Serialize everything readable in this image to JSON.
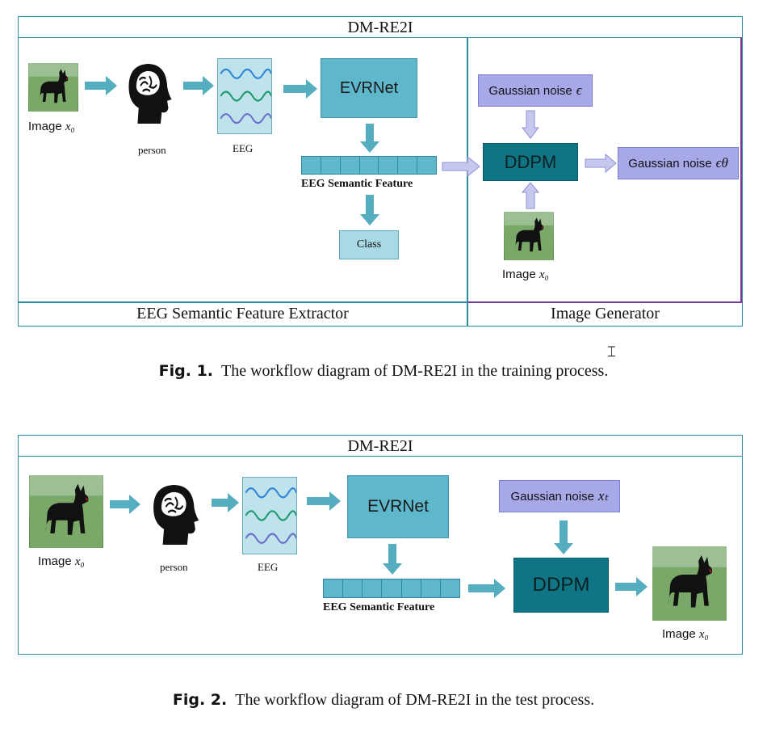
{
  "colors": {
    "frame": "#2a8fa3",
    "generator_frame": "#7a3a9a",
    "evrnet": "#5eb7cb",
    "ddpm": "#0f7584",
    "noise": "#a6a8e8",
    "eeg_bg": "#bfe3ec",
    "arrow_teal": "#55aebf",
    "arrow_lavender": "#c6c8ee"
  },
  "fig1": {
    "title": "DM-RE2I",
    "image_label": "Image",
    "image_var": "x₀",
    "person_label": "person",
    "eeg_label": "EEG",
    "evrnet_label": "EVRNet",
    "feature_label": "EEG Semantic Feature",
    "class_label": "Class",
    "noise_in_label": "Gaussian noise",
    "noise_in_var": "ϵ",
    "ddpm_label": "DDPM",
    "noise_out_label": "Gaussian noise",
    "noise_out_var": "ϵθ",
    "gen_image_label": "Image",
    "gen_image_var": "x₀",
    "extractor_section": "EEG Semantic Feature Extractor",
    "generator_section": "Image Generator",
    "caption_prefix": "Fig. 1.",
    "caption_text": "The workflow diagram of DM-RE2I in the training process."
  },
  "fig2": {
    "title": "DM-RE2I",
    "image_label": "Image",
    "image_var": "x₀",
    "person_label": "person",
    "eeg_label": "EEG",
    "evrnet_label": "EVRNet",
    "feature_label": "EEG Semantic Feature",
    "noise_label": "Gaussian noise",
    "noise_var": "xₜ",
    "ddpm_label": "DDPM",
    "out_image_label": "Image",
    "out_image_var": "x₀",
    "caption_prefix": "Fig. 2.",
    "caption_text": "The workflow diagram of DM-RE2I in the test process."
  },
  "icons": [
    "dog-photo",
    "head-brain-icon",
    "eeg-wave-icon",
    "arrow-right-icon",
    "arrow-down-icon",
    "arrow-up-icon",
    "text-cursor-icon"
  ]
}
